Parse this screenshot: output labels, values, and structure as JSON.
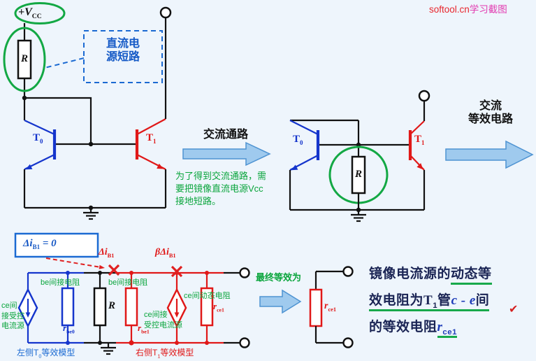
{
  "watermark": {
    "site": "softool.cn",
    "suffix": "学习截图"
  },
  "left_circuit": {
    "vcc_base": "+V",
    "vcc_sub": "CC",
    "r_label": "R",
    "dc_note": "直流电\n源短路",
    "t0_base": "T",
    "t0_sub": "0",
    "t1_base": "T",
    "t1_sub": "1"
  },
  "middle": {
    "arrow_label": "交流通路",
    "note": "为了得到交流通路，需\n要把镜像直流电源Vcc\n接地短路。"
  },
  "right_circuit": {
    "t0_base": "T",
    "t0_sub": "0",
    "t1_base": "T",
    "t1_sub": "1",
    "r_label": "R"
  },
  "far_right": {
    "arrow_label": "交流\n等效电路"
  },
  "equiv": {
    "box_base": "Δi",
    "box_sub": "B1",
    "box_rest": " = 0",
    "dib1_base": "Δi",
    "dib1_sub": "B1",
    "beta_base": "βΔi",
    "beta_sub": "B1",
    "be_left": "be间接电阻",
    "be_right": "be间接电阻",
    "ce_src_left": "ce间\n接受控\n电流源",
    "ce_src_right": "ce间接\n受控电流源",
    "ce_dyn": "ce间动态电阻",
    "rbe0_base": "r",
    "rbe0_sub": "be0",
    "r_label": "R",
    "rbe1_base": "r",
    "rbe1_sub": "be1",
    "rce1_base": "r",
    "rce1_sub": "ce1",
    "left_model_pre": "左侧T",
    "left_model_sub": "0",
    "left_model_post": "等效模型",
    "right_model_pre": "右侧T",
    "right_model_sub": "1",
    "right_model_post": "等效模型",
    "final_label": "最终等效为",
    "final_rce1_base": "r",
    "final_rce1_sub": "ce1"
  },
  "conclusion": {
    "l1a": "镜像电流源的",
    "l1b": "动态等",
    "l2a": "效电阻为",
    "l2b_base": "T",
    "l2b_sub": "1",
    "l2c": "管",
    "l2d": "c - e",
    "l2e": "间",
    "l3a": "的等效电阻",
    "l3b_base": "r",
    "l3b_sub": "ce1",
    "check": "✔"
  }
}
